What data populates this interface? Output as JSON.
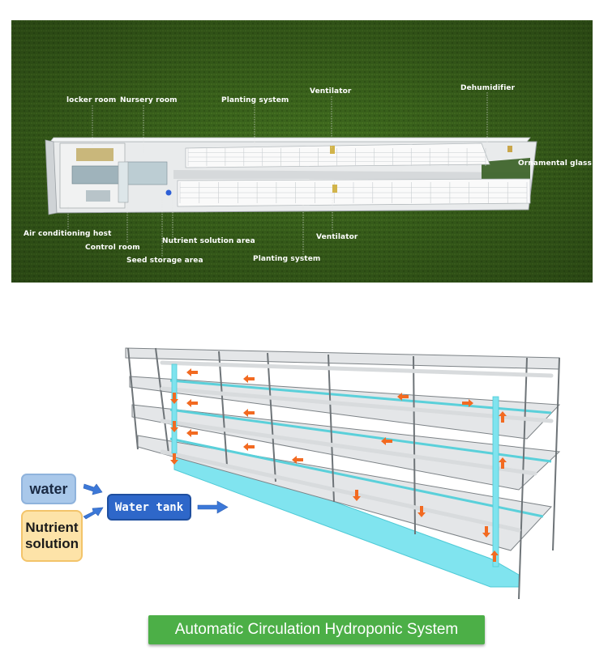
{
  "top_labels": {
    "locker_room": "locker room",
    "nursery_room": "Nursery room",
    "planting_system_top": "Planting system",
    "ventilator_top": "Ventilator",
    "dehumidifier": "Dehumidifier",
    "ornamental_glass": "Ornamental glass",
    "air_conditioning_host": "Air conditioning host",
    "control_room": "Control room",
    "nutrient_solution_area": "Nutrient solution area",
    "seed_storage_area": "Seed storage area",
    "ventilator_bottom": "Ventilator",
    "planting_system_bottom": "Planting system"
  },
  "flow": {
    "water": "water",
    "nutrient_solution": "Nutrient\nsolution",
    "water_tank": "Water tank"
  },
  "caption": "Automatic Circulation Hydroponic  System",
  "colors": {
    "grass": "#3f6b1e",
    "water_box": "#a9c8ea",
    "nutrient_box": "#fde3a8",
    "tank_box": "#2e67c9",
    "banner": "#4caf47",
    "channel": "#7fe6ee",
    "flow_arrow": "#f26a21"
  }
}
